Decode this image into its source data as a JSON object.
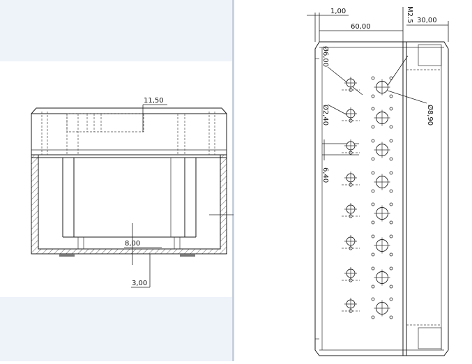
{
  "colors": {
    "left_panel_bg": "#eef3fa",
    "drawing_bg": "#ffffff",
    "divider": "#c9d2de",
    "line": "#1a1a1a"
  },
  "left_view": {
    "dim_top": "11,50",
    "dim_bottom_inner": "8,00",
    "dim_bottom_outer": "3,00"
  },
  "right_view": {
    "dim_1": "1,00",
    "dim_60": "60,00",
    "dim_30": "30,00",
    "dim_m25": "M2.5",
    "dim_hole_6": "Ø6,00",
    "dim_hole_24": "Ø2,40",
    "dim_64": "6,40",
    "dim_hole_89": "Ø8,90"
  }
}
